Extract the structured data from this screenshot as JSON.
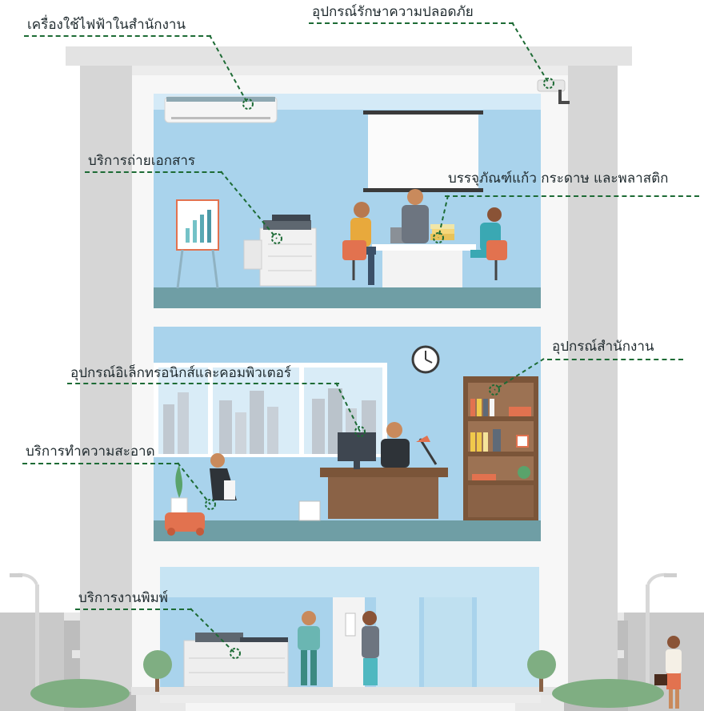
{
  "labels": {
    "appliances": "เครื่องใช้ไฟฟ้าในสำนักงาน",
    "security": "อุปกรณ์รักษาความปลอดภัย",
    "copy": "บริการถ่ายเอกสาร",
    "packaging": "บรรจุภัณฑ์แก้ว กระดาษ และพลาสติก",
    "office_equipment": "อุปกรณ์สำนักงาน",
    "electronics": "อุปกรณ์อิเล็กทรอนิกส์และคอมพิวเตอร์",
    "cleaning": "บริการทำความสะอาด",
    "printing": "บริการงานพิมพ์"
  },
  "colors": {
    "leader": "#1d6b35",
    "room": "#a9d3ec",
    "floor": "#6f9ea5",
    "pillar": "#d4d4d4",
    "wall": "#f2f2f2"
  },
  "icons": {
    "appliances": "air-conditioner-icon",
    "security": "cctv-camera-icon",
    "copy": "photocopier-icon",
    "packaging": "packaging-stack-icon",
    "office_equipment": "bookshelf-icon",
    "electronics": "computer-monitor-icon",
    "cleaning": "vacuum-cleaner-icon",
    "printing": "printer-icon"
  }
}
